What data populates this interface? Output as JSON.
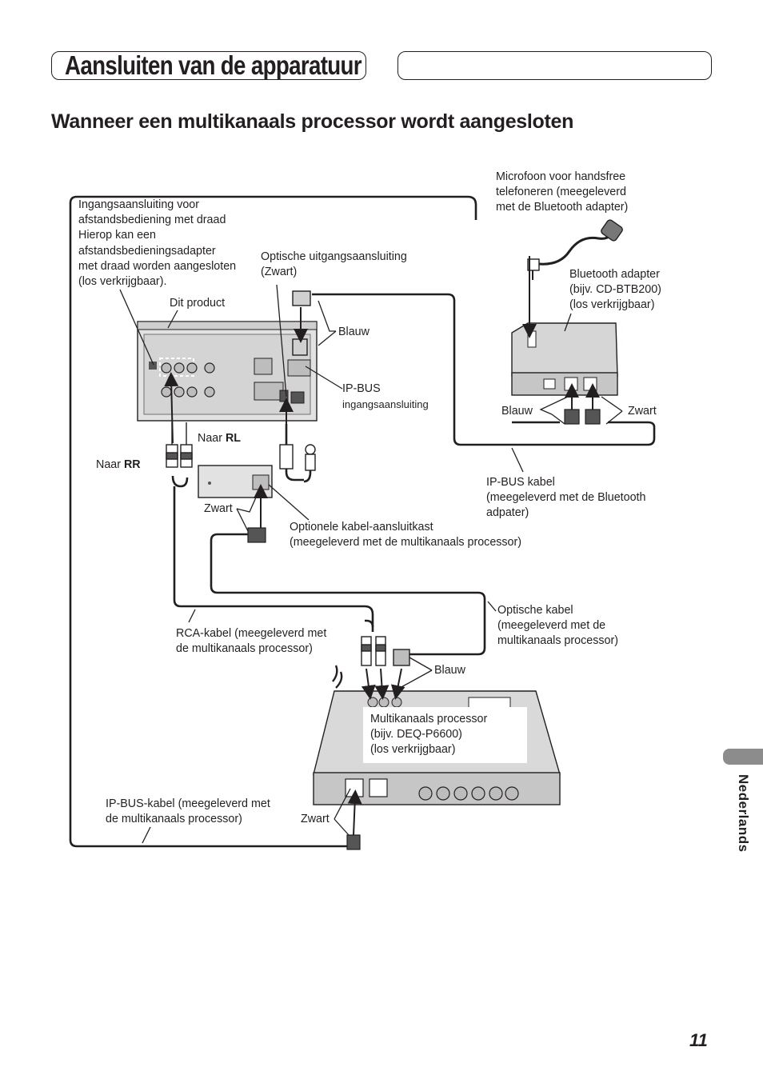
{
  "header": {
    "section_title": "Aansluiten van de apparatuur"
  },
  "page_title": "Wanneer een multikanaals processor wordt aangesloten",
  "labels": {
    "wired_remote_l1": "Ingangsaansluiting voor",
    "wired_remote_l2": "afstandsbediening met draad",
    "wired_remote_l3": "Hierop kan een",
    "wired_remote_l4": "afstandsbedieningsadapter",
    "wired_remote_l5": "met draad worden aangesloten",
    "wired_remote_l6": "(los verkrijgbaar).",
    "optical_out_l1": "Optische uitgangsaansluiting",
    "optical_out_l2": "(Zwart)",
    "mic_l1": "Microfoon voor handsfree",
    "mic_l2": "telefoneren (meegeleverd",
    "mic_l3": "met de Bluetooth adapter)",
    "bt_adapter_l1": "Bluetooth adapter",
    "bt_adapter_l2": "(bijv. CD-BTB200)",
    "bt_adapter_l3": "(los verkrijgbaar)",
    "this_product": "Dit product",
    "blue_1": "Blauw",
    "ipbus_input_l1": "IP-BUS",
    "ipbus_input_l2": "ingangsaansluiting",
    "bt_blue": "Blauw",
    "bt_black": "Zwart",
    "to_rl_prefix": "Naar ",
    "to_rl": "RL",
    "to_rr_prefix": "Naar ",
    "to_rr": "RR",
    "ipbus_cable_l1": "IP-BUS kabel",
    "ipbus_cable_l2": "(meegeleverd met de Bluetooth",
    "ipbus_cable_l3": "adpater)",
    "black_1": "Zwart",
    "junction_box_l1": "Optionele kabel-aansluitkast",
    "junction_box_l2": "(meegeleverd met de multikanaals processor)",
    "rca_cable_l1": "RCA-kabel (meegeleverd met",
    "rca_cable_l2": "de multikanaals processor)",
    "optical_cable_l1": "Optische kabel",
    "optical_cable_l2": "(meegeleverd met de",
    "optical_cable_l3": "multikanaals processor)",
    "blue_2": "Blauw",
    "processor_l1": "Multikanaals processor",
    "processor_l2": "(bijv. DEQ-P6600)",
    "processor_l3": "(los verkrijgbaar)",
    "ipbus_cable2_l1": "IP-BUS-kabel (meegeleverd met",
    "ipbus_cable2_l2": "de multikanaals processor)",
    "black_2": "Zwart"
  },
  "sidebar": {
    "language": "Nederlands"
  },
  "page_number": "11",
  "colors": {
    "ink": "#231f20",
    "device_panel": "#d9d9d9",
    "device_panel_dark": "#bfbfbf",
    "language_tab": "#8c8c8c"
  }
}
